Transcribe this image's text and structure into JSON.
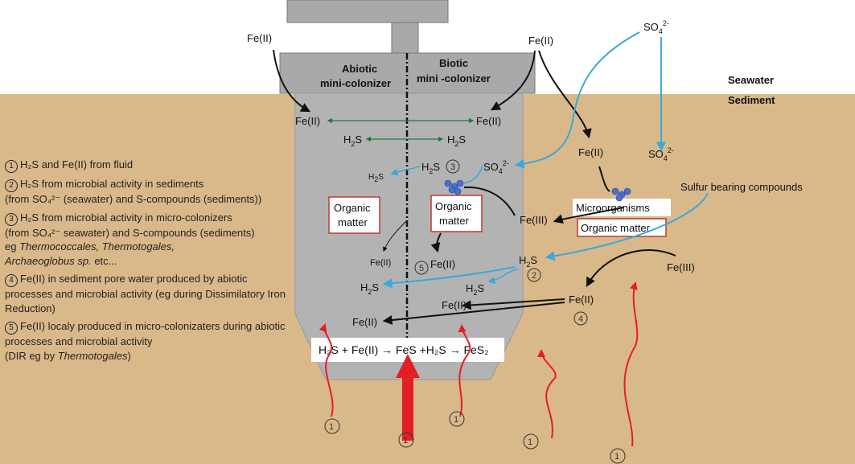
{
  "labels": {
    "feii": "Fe(II)",
    "feiii": "Fe(III)",
    "h2s_main": "H",
    "h2s_sub": "2",
    "h2s_tail": "S",
    "so4_main": "SO",
    "so4_sub": "4",
    "so4_sup": "2-",
    "abiotic_1": "Abiotic",
    "abiotic_2": "mini-colonizer",
    "biotic_1": "Biotic",
    "biotic_2": "mini -colonizer",
    "seawater": "Seawater",
    "sediment": "Sediment",
    "organic_1": "Organic",
    "organic_2": "matter",
    "microorganisms": "Microorganisms",
    "organic_matter": "Organic matter",
    "sulfur_bearing": "Sulfur bearing compounds",
    "reaction": "H₂S + Fe(II) → FeS +H₂S → FeS₂",
    "n1": "1",
    "n2": "2",
    "n3": "3",
    "n4": "4",
    "n5": "5"
  },
  "legend": {
    "item1": "H₂S and Fe(II) from fluid",
    "item2a": "H₂S from microbial activity in sediments",
    "item2b": "(from SO₄²⁻ (seawater) and S-compounds (sediments))",
    "item3a": "H₂S from microbial activity in micro-colonizers",
    "item3b": "(from SO₄²⁻ seawater) and S-compounds (sediments)",
    "item3c": "eg",
    "item3d": "Thermococcales, Thermotogales,",
    "item3e": "Archaeoglobus sp.",
    "item3f": "etc...",
    "item4": "Fe(II) in sediment pore water produced by abiotic processes and microbial activity (eg during Dissimilatory Iron Reduction)",
    "item5a": "Fe(II) localy produced in micro-colonizaters during abiotic processes and microbial activity",
    "item5b": "(DIR eg by",
    "item5c": "Thermotogales",
    "item5d": ")"
  },
  "colors": {
    "sediment": "#d9b98a",
    "device": "#b3b3b3",
    "cap": "#a8a8a8",
    "black_arrow": "#111111",
    "blue_arrow": "#3aa8dc",
    "green_arrow": "#1f7a3a",
    "red_arrow": "#e31e24",
    "box_border": "#c0392b"
  }
}
